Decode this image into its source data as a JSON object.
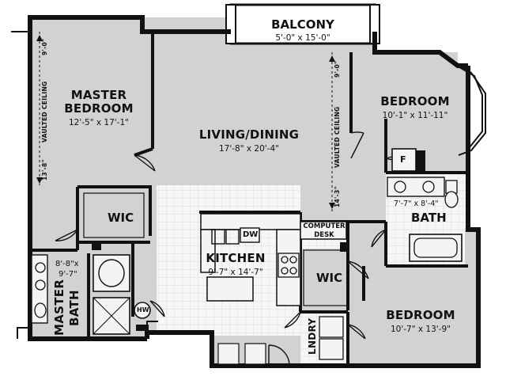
{
  "colors": {
    "floor": "#d2d2d2",
    "wall": "#111111",
    "fixture": "#f4f4f4",
    "grid": "#ededed"
  },
  "balcony": {
    "name": "BALCONY",
    "dims": "5'-0\" x 15'-0\""
  },
  "master_bedroom": {
    "name1": "MASTER",
    "name2": "BEDROOM",
    "dims": "12'-5\" x 17'-1\""
  },
  "living": {
    "name": "LIVING/DINING",
    "dims": "17'-8\" x 20'-4\""
  },
  "bedroom1": {
    "name": "BEDROOM",
    "dims": "10'-1\" x 11'-11\""
  },
  "bedroom2": {
    "name": "BEDROOM",
    "dims": "10'-7\" x 13'-9\""
  },
  "bath": {
    "name": "BATH",
    "dims": "7'-7\" x 8'-4\""
  },
  "master_bath": {
    "name1": "MASTER",
    "name2": "BATH",
    "dims1": "8'-8\"x",
    "dims2": "9'-7\""
  },
  "kitchen": {
    "name": "KITCHEN",
    "dims": "9'-7\" x 14'-7\"",
    "dw": "DW"
  },
  "wic_left": "WIC",
  "wic_right": "WIC",
  "computer_desk": {
    "line1": "COMPUTER",
    "line2": "DESK"
  },
  "laundry": "LNDRY",
  "water_heater": "HW",
  "fridge": "F",
  "ceilings": {
    "left_height": "9'-0\"",
    "left_vaulted": "VAULTED CEILING",
    "left_low": "13'-8\"",
    "right_height": "9'-0\"",
    "right_vaulted": "VAULTED CEILING",
    "right_low": "14'-3\""
  }
}
